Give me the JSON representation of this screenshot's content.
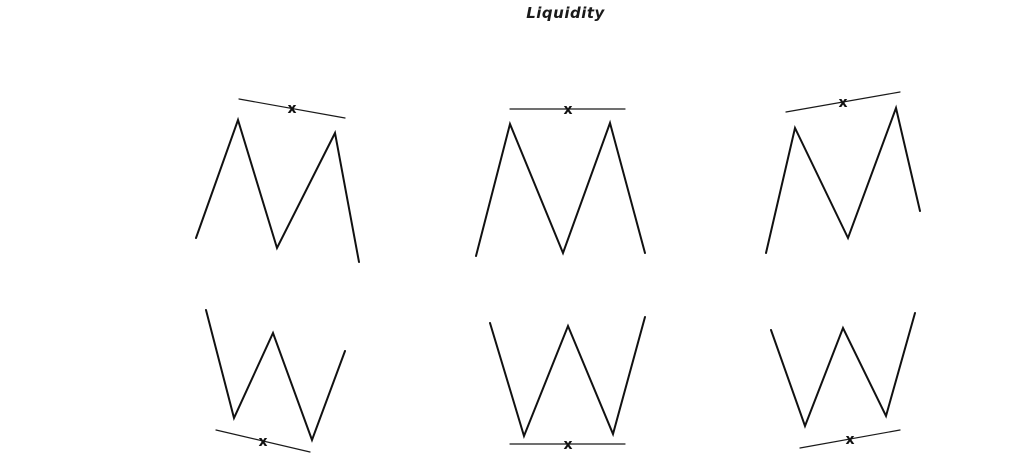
{
  "title": "Liquidity",
  "colors": {
    "stroke": "#111111",
    "level": "#1a1a1a"
  },
  "marker_glyph": "x",
  "patterns": [
    {
      "id": "m-left",
      "shape": "M",
      "level": "descending"
    },
    {
      "id": "m-center",
      "shape": "M",
      "level": "flat"
    },
    {
      "id": "m-right",
      "shape": "M",
      "level": "ascending"
    },
    {
      "id": "w-left",
      "shape": "W",
      "level": "descending"
    },
    {
      "id": "w-center",
      "shape": "W",
      "level": "flat"
    },
    {
      "id": "w-right",
      "shape": "W",
      "level": "ascending"
    }
  ]
}
